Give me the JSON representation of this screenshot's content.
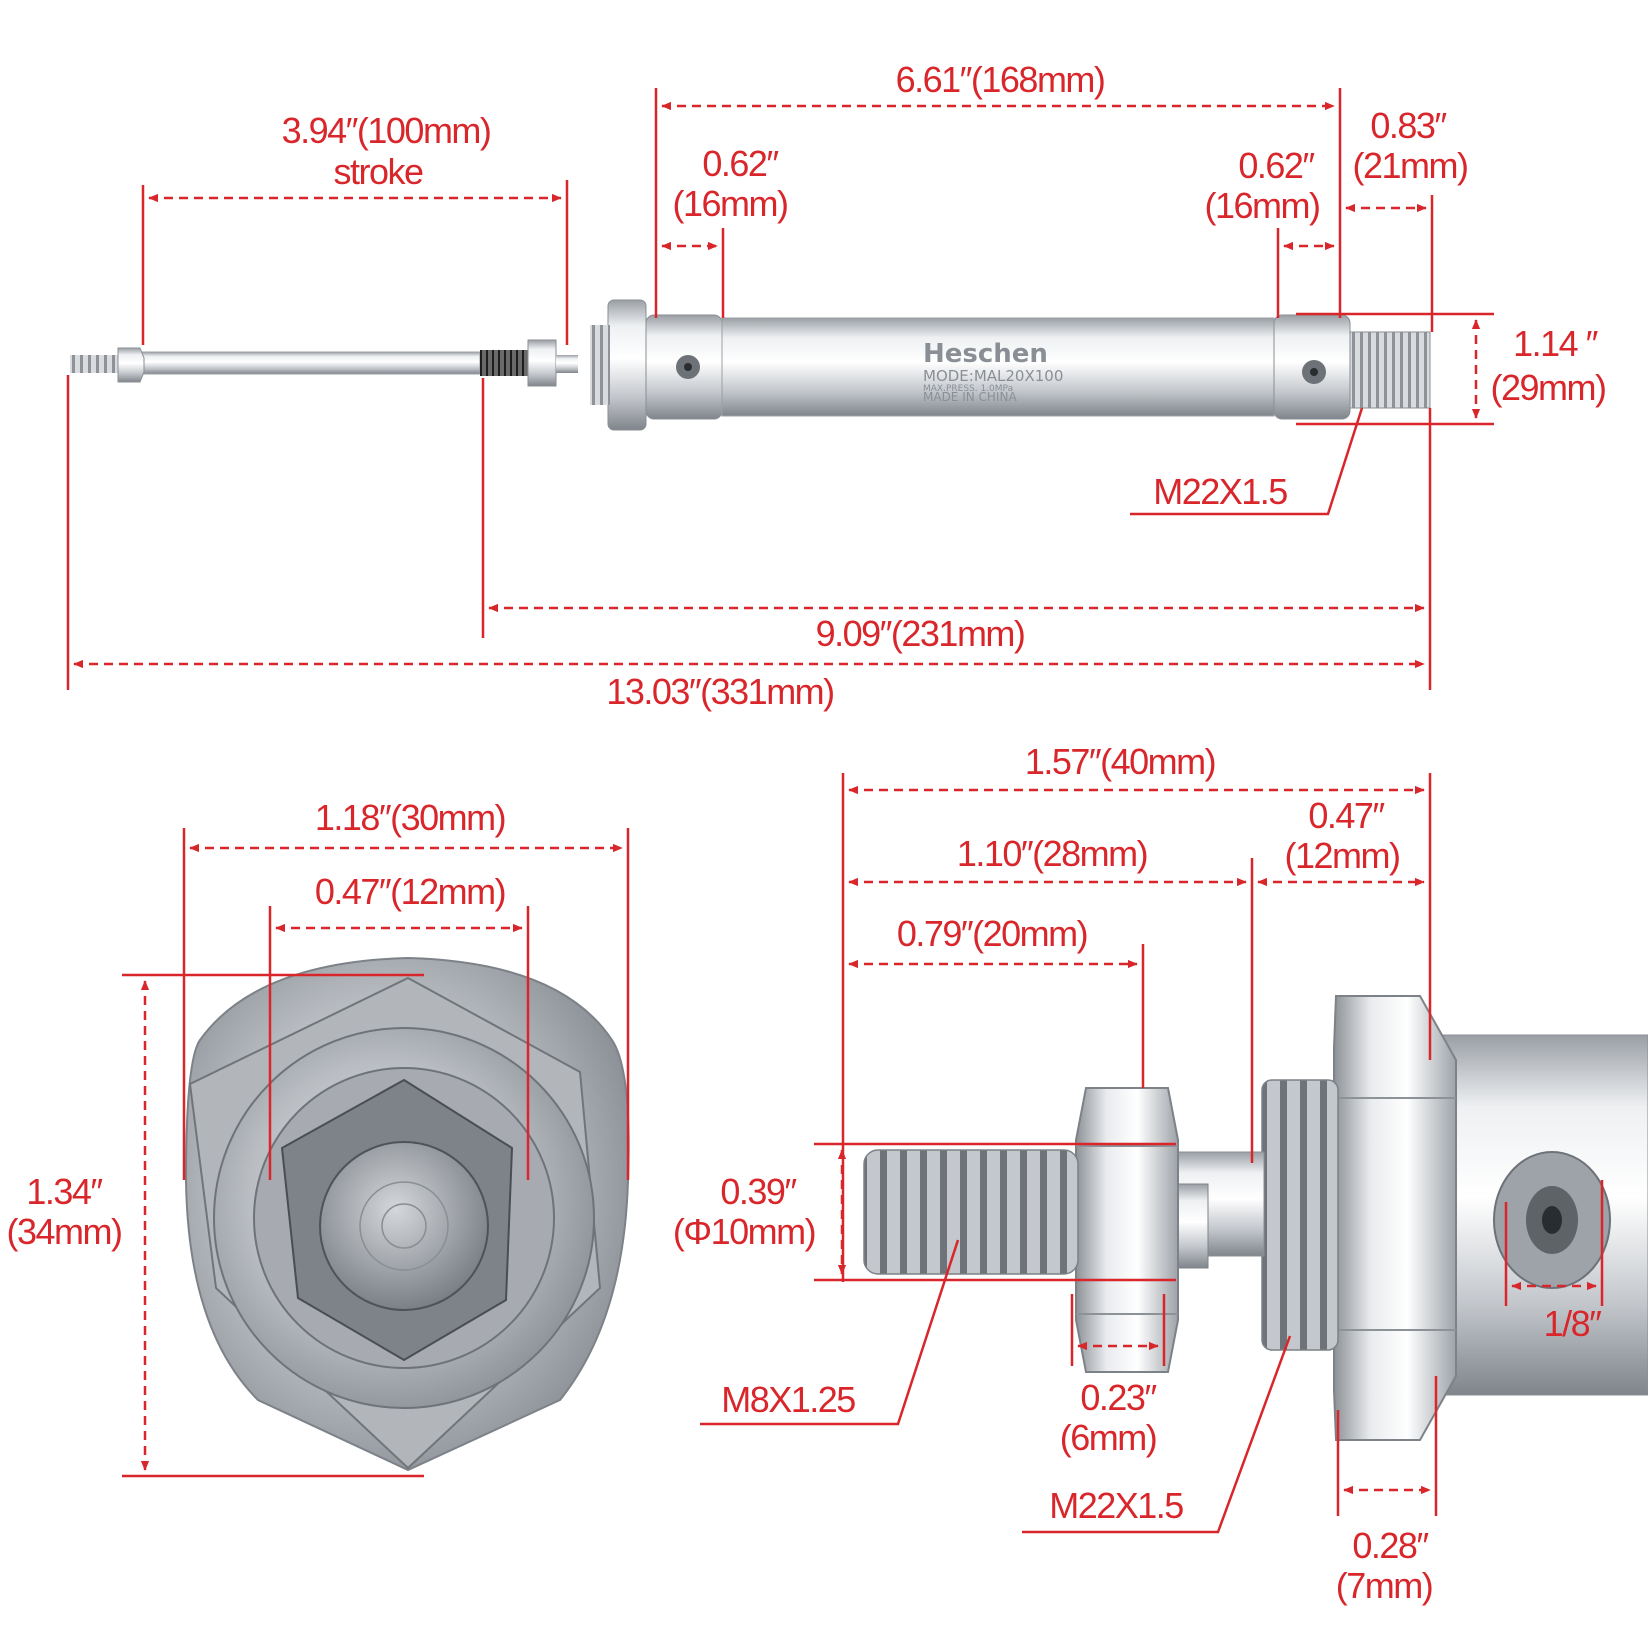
{
  "colors": {
    "dimension": "#d8262b",
    "metal": "#c8ccd1",
    "metal_dark": "#8d9297",
    "background": "#ffffff"
  },
  "product": {
    "brand": "Heschen",
    "model_line": "MODE:MAL20X100",
    "pressure_line": "MAX.PRESS.  1.0MPa",
    "origin_line": "MADE IN CHINA"
  },
  "side_view": {
    "stroke_value": "3.94″(100mm)",
    "stroke_label": "stroke",
    "body_length": "6.61″(168mm)",
    "front_cap_in": "0.62″",
    "front_cap_mm": "(16mm)",
    "rear_cap_in": "0.62″",
    "rear_cap_mm": "(16mm)",
    "rear_thread_in": "0.83″",
    "rear_thread_mm": "(21mm)",
    "body_dia_in": "1.14 ″",
    "body_dia_mm": "(29mm)",
    "rear_thread_spec": "M22X1.5",
    "retracted_length": "9.09″(231mm)",
    "extended_length": "13.03″(331mm)"
  },
  "end_view": {
    "outer_width": "1.18″(30mm)",
    "nut_width": "0.47″(12mm)",
    "height_in": "1.34″",
    "height_mm": "(34mm)"
  },
  "rod_detail": {
    "total_length": "1.57″(40mm)",
    "thread_to_nut": "1.10″(28mm)",
    "gland_in": "0.47″",
    "gland_mm": "(12mm)",
    "thread_length": "0.79″(20mm)",
    "rod_dia_in": "0.39″",
    "rod_dia_mm": "(Φ10mm)",
    "rod_thread": "M8X1.25",
    "nut_thick_in": "0.23″",
    "nut_thick_mm": "(6mm)",
    "gland_thread": "M22X1.5",
    "mount_nut_in": "0.28″",
    "mount_nut_mm": "(7mm)",
    "port_size": "1/8″"
  }
}
